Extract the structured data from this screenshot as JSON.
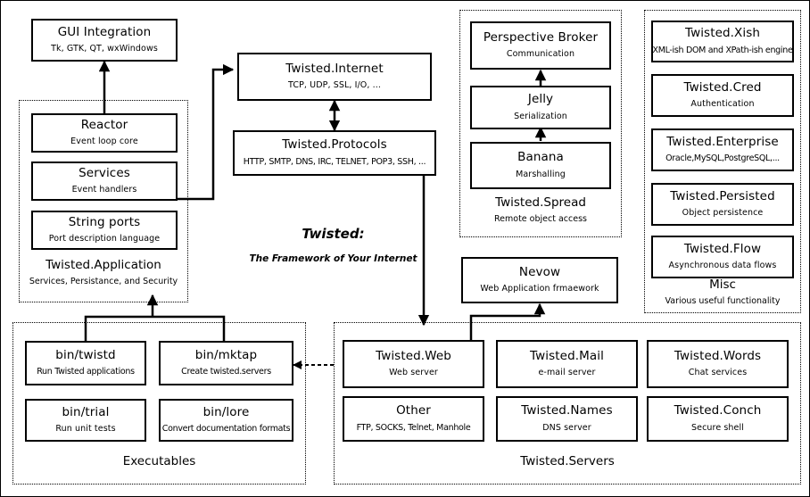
{
  "diagram": {
    "tagline": {
      "name": "Twisted:",
      "slogan": "The Framework of Your Internet"
    },
    "boxes": {
      "gui": {
        "title": "GUI Integration",
        "sub": "Tk, GTK, QT, wxWindows"
      },
      "reactor": {
        "title": "Reactor",
        "sub": "Event loop core"
      },
      "services": {
        "title": "Services",
        "sub": "Event handlers"
      },
      "stringports": {
        "title": "String ports",
        "sub": "Port description language"
      },
      "internet": {
        "title": "Twisted.Internet",
        "sub": "TCP, UDP, SSL, I/O, ..."
      },
      "protocols": {
        "title": "Twisted.Protocols",
        "sub": "HTTP, SMTP, DNS, IRC, TELNET, POP3, SSH, ..."
      },
      "pb": {
        "title": "Perspective Broker",
        "sub": "Communication"
      },
      "jelly": {
        "title": "Jelly",
        "sub": "Serialization"
      },
      "banana": {
        "title": "Banana",
        "sub": "Marshalling"
      },
      "xish": {
        "title": "Twisted.Xish",
        "sub": "XML-ish DOM and XPath-ish engine"
      },
      "cred": {
        "title": "Twisted.Cred",
        "sub": "Authentication"
      },
      "enterprise": {
        "title": "Twisted.Enterprise",
        "sub": "Oracle,MySQL,PostgreSQL,..."
      },
      "persisted": {
        "title": "Twisted.Persisted",
        "sub": "Object persistence"
      },
      "flow": {
        "title": "Twisted.Flow",
        "sub": "Asynchronous data flows"
      },
      "nevow": {
        "title": "Nevow",
        "sub": "Web Application frmaework"
      },
      "twistd": {
        "title": "bin/twistd",
        "sub": "Run Twisted applications"
      },
      "mktap": {
        "title": "bin/mktap",
        "sub": "Create twisted.servers"
      },
      "trial": {
        "title": "bin/trial",
        "sub": "Run unit tests"
      },
      "lore": {
        "title": "bin/lore",
        "sub": "Convert documentation formats"
      },
      "web": {
        "title": "Twisted.Web",
        "sub": "Web server"
      },
      "mail": {
        "title": "Twisted.Mail",
        "sub": "e-mail server"
      },
      "words": {
        "title": "Twisted.Words",
        "sub": "Chat services"
      },
      "other": {
        "title": "Other",
        "sub": "FTP, SOCKS, Telnet, Manhole"
      },
      "names": {
        "title": "Twisted.Names",
        "sub": "DNS server"
      },
      "conch": {
        "title": "Twisted.Conch",
        "sub": "Secure shell"
      }
    },
    "groups": {
      "application": {
        "title": "Twisted.Application",
        "sub": "Services, Persistance, and Security"
      },
      "spread": {
        "title": "Twisted.Spread",
        "sub": "Remote object access"
      },
      "misc": {
        "title": "Misc",
        "sub": "Various useful functionality"
      },
      "executables": {
        "title": "Executables",
        "sub": ""
      },
      "servers": {
        "title": "Twisted.Servers",
        "sub": ""
      }
    },
    "colors": {
      "stroke": "#000000",
      "background": "#ffffff"
    }
  }
}
